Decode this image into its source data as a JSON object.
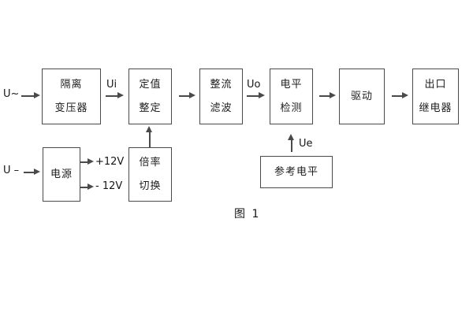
{
  "diagram": {
    "figure_caption": "图 1",
    "colors": {
      "line": "#4a4a4a",
      "text": "#1d1d1d",
      "background": "#ffffff"
    },
    "inputs": {
      "ac": "U~",
      "dc": "U –"
    },
    "signals": {
      "ui": "Ui",
      "uo": "Uo",
      "ue": "Ue",
      "plus12v": "+12V",
      "minus12v": "- 12V"
    },
    "blocks": {
      "isolation_transformer": {
        "line1": "隔离",
        "line2": "变压器"
      },
      "setpoint_adjust": {
        "line1": "定值",
        "line2": "整定"
      },
      "rectifier_filter": {
        "line1": "整流",
        "line2": "滤波"
      },
      "level_detect": {
        "line1": "电平",
        "line2": "检测"
      },
      "driver": {
        "label": "驱动"
      },
      "output_relay": {
        "line1": "出口",
        "line2": "继电器"
      },
      "power_supply": {
        "label": "电源"
      },
      "ratio_switch": {
        "line1": "倍率",
        "line2": "切换"
      },
      "reference_level": {
        "label": "参考电平"
      }
    }
  }
}
